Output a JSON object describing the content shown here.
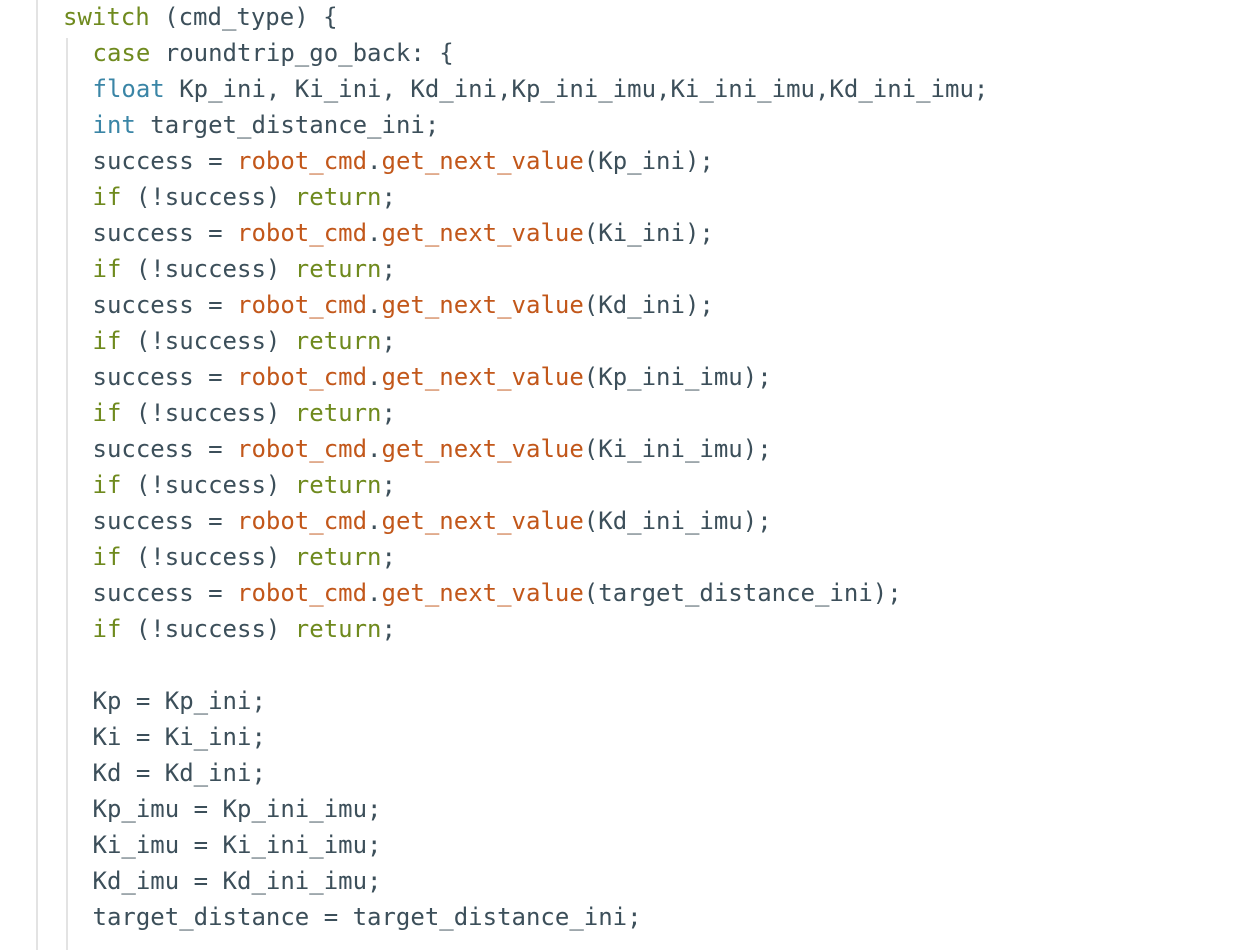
{
  "colors": {
    "background": "#ffffff",
    "plain": "#3c4f5a",
    "keyword": "#6f8a1e",
    "type": "#3a85a6",
    "function": "#c2571a",
    "indent_guide": "#e3e3e3"
  },
  "code_lines": [
    {
      "indent": 2,
      "tokens": [
        {
          "t": "kw",
          "v": "switch"
        },
        {
          "t": "plain",
          "v": " (cmd_type) {"
        }
      ]
    },
    {
      "indent": 3,
      "tokens": [
        {
          "t": "kw",
          "v": "case"
        },
        {
          "t": "plain",
          "v": " roundtrip_go_back: {"
        }
      ]
    },
    {
      "indent": 3,
      "tokens": [
        {
          "t": "type",
          "v": "float"
        },
        {
          "t": "plain",
          "v": " Kp_ini, Ki_ini, Kd_ini,Kp_ini_imu,Ki_ini_imu,Kd_ini_imu;"
        }
      ]
    },
    {
      "indent": 3,
      "tokens": [
        {
          "t": "type",
          "v": "int"
        },
        {
          "t": "plain",
          "v": " target_distance_ini;"
        }
      ]
    },
    {
      "indent": 3,
      "tokens": [
        {
          "t": "plain",
          "v": "success = "
        },
        {
          "t": "fn",
          "v": "robot_cmd"
        },
        {
          "t": "plain",
          "v": "."
        },
        {
          "t": "fn",
          "v": "get_next_value"
        },
        {
          "t": "plain",
          "v": "(Kp_ini);"
        }
      ]
    },
    {
      "indent": 3,
      "tokens": [
        {
          "t": "kw",
          "v": "if"
        },
        {
          "t": "plain",
          "v": " (!success) "
        },
        {
          "t": "kw",
          "v": "return"
        },
        {
          "t": "plain",
          "v": ";"
        }
      ]
    },
    {
      "indent": 3,
      "tokens": [
        {
          "t": "plain",
          "v": "success = "
        },
        {
          "t": "fn",
          "v": "robot_cmd"
        },
        {
          "t": "plain",
          "v": "."
        },
        {
          "t": "fn",
          "v": "get_next_value"
        },
        {
          "t": "plain",
          "v": "(Ki_ini);"
        }
      ]
    },
    {
      "indent": 3,
      "tokens": [
        {
          "t": "kw",
          "v": "if"
        },
        {
          "t": "plain",
          "v": " (!success) "
        },
        {
          "t": "kw",
          "v": "return"
        },
        {
          "t": "plain",
          "v": ";"
        }
      ]
    },
    {
      "indent": 3,
      "tokens": [
        {
          "t": "plain",
          "v": "success = "
        },
        {
          "t": "fn",
          "v": "robot_cmd"
        },
        {
          "t": "plain",
          "v": "."
        },
        {
          "t": "fn",
          "v": "get_next_value"
        },
        {
          "t": "plain",
          "v": "(Kd_ini);"
        }
      ]
    },
    {
      "indent": 3,
      "tokens": [
        {
          "t": "kw",
          "v": "if"
        },
        {
          "t": "plain",
          "v": " (!success) "
        },
        {
          "t": "kw",
          "v": "return"
        },
        {
          "t": "plain",
          "v": ";"
        }
      ]
    },
    {
      "indent": 3,
      "tokens": [
        {
          "t": "plain",
          "v": "success = "
        },
        {
          "t": "fn",
          "v": "robot_cmd"
        },
        {
          "t": "plain",
          "v": "."
        },
        {
          "t": "fn",
          "v": "get_next_value"
        },
        {
          "t": "plain",
          "v": "(Kp_ini_imu);"
        }
      ]
    },
    {
      "indent": 3,
      "tokens": [
        {
          "t": "kw",
          "v": "if"
        },
        {
          "t": "plain",
          "v": " (!success) "
        },
        {
          "t": "kw",
          "v": "return"
        },
        {
          "t": "plain",
          "v": ";"
        }
      ]
    },
    {
      "indent": 3,
      "tokens": [
        {
          "t": "plain",
          "v": "success = "
        },
        {
          "t": "fn",
          "v": "robot_cmd"
        },
        {
          "t": "plain",
          "v": "."
        },
        {
          "t": "fn",
          "v": "get_next_value"
        },
        {
          "t": "plain",
          "v": "(Ki_ini_imu);"
        }
      ]
    },
    {
      "indent": 3,
      "tokens": [
        {
          "t": "kw",
          "v": "if"
        },
        {
          "t": "plain",
          "v": " (!success) "
        },
        {
          "t": "kw",
          "v": "return"
        },
        {
          "t": "plain",
          "v": ";"
        }
      ]
    },
    {
      "indent": 3,
      "tokens": [
        {
          "t": "plain",
          "v": "success = "
        },
        {
          "t": "fn",
          "v": "robot_cmd"
        },
        {
          "t": "plain",
          "v": "."
        },
        {
          "t": "fn",
          "v": "get_next_value"
        },
        {
          "t": "plain",
          "v": "(Kd_ini_imu);"
        }
      ]
    },
    {
      "indent": 3,
      "tokens": [
        {
          "t": "kw",
          "v": "if"
        },
        {
          "t": "plain",
          "v": " (!success) "
        },
        {
          "t": "kw",
          "v": "return"
        },
        {
          "t": "plain",
          "v": ";"
        }
      ]
    },
    {
      "indent": 3,
      "tokens": [
        {
          "t": "plain",
          "v": "success = "
        },
        {
          "t": "fn",
          "v": "robot_cmd"
        },
        {
          "t": "plain",
          "v": "."
        },
        {
          "t": "fn",
          "v": "get_next_value"
        },
        {
          "t": "plain",
          "v": "(target_distance_ini);"
        }
      ]
    },
    {
      "indent": 3,
      "tokens": [
        {
          "t": "kw",
          "v": "if"
        },
        {
          "t": "plain",
          "v": " (!success) "
        },
        {
          "t": "kw",
          "v": "return"
        },
        {
          "t": "plain",
          "v": ";"
        }
      ]
    },
    {
      "indent": 3,
      "tokens": []
    },
    {
      "indent": 3,
      "tokens": [
        {
          "t": "plain",
          "v": "Kp = Kp_ini;"
        }
      ]
    },
    {
      "indent": 3,
      "tokens": [
        {
          "t": "plain",
          "v": "Ki = Ki_ini;"
        }
      ]
    },
    {
      "indent": 3,
      "tokens": [
        {
          "t": "plain",
          "v": "Kd = Kd_ini;"
        }
      ]
    },
    {
      "indent": 3,
      "tokens": [
        {
          "t": "plain",
          "v": "Kp_imu = Kp_ini_imu;"
        }
      ]
    },
    {
      "indent": 3,
      "tokens": [
        {
          "t": "plain",
          "v": "Ki_imu = Ki_ini_imu;"
        }
      ]
    },
    {
      "indent": 3,
      "tokens": [
        {
          "t": "plain",
          "v": "Kd_imu = Kd_ini_imu;"
        }
      ]
    },
    {
      "indent": 3,
      "tokens": [
        {
          "t": "plain",
          "v": "target_distance = target_distance_ini;"
        }
      ]
    }
  ]
}
